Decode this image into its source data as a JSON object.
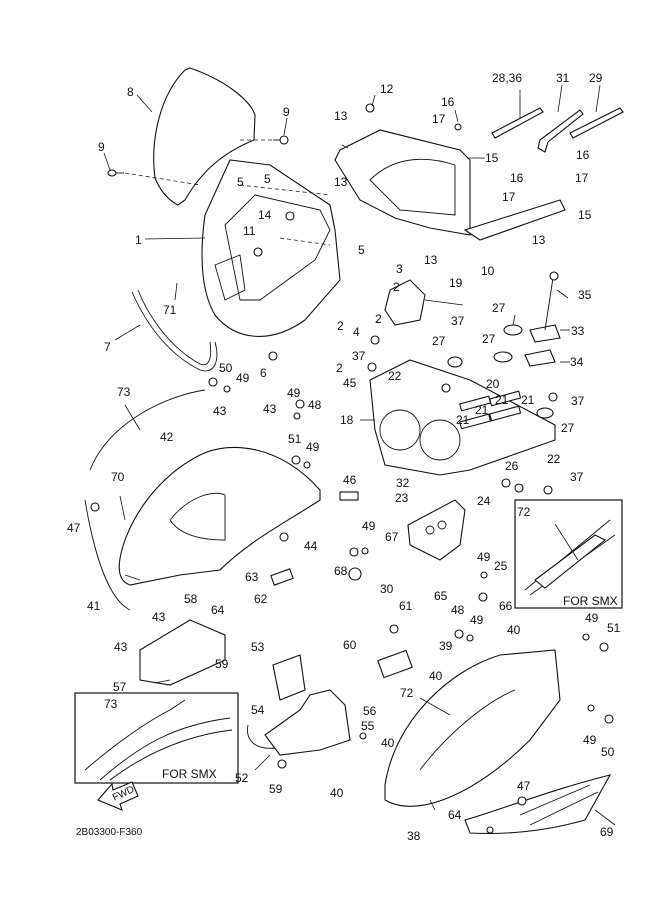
{
  "diagram": {
    "code": "2B03300-F360",
    "fwd_label": "FWD",
    "insets": [
      {
        "caption": "FOR SMX",
        "parts": [
          "72"
        ]
      },
      {
        "caption": "FOR SMX",
        "parts": [
          "73"
        ]
      }
    ],
    "labels": [
      {
        "id": "l1",
        "text": "1"
      },
      {
        "id": "l2a",
        "text": "2"
      },
      {
        "id": "l2b",
        "text": "2"
      },
      {
        "id": "l2c",
        "text": "2"
      },
      {
        "id": "l2d",
        "text": "2"
      },
      {
        "id": "l3",
        "text": "3"
      },
      {
        "id": "l4",
        "text": "4"
      },
      {
        "id": "l5a",
        "text": "5"
      },
      {
        "id": "l5b",
        "text": "5"
      },
      {
        "id": "l5c",
        "text": "5"
      },
      {
        "id": "l6",
        "text": "6"
      },
      {
        "id": "l7",
        "text": "7"
      },
      {
        "id": "l8",
        "text": "8"
      },
      {
        "id": "l9a",
        "text": "9"
      },
      {
        "id": "l9b",
        "text": "9"
      },
      {
        "id": "l10",
        "text": "10"
      },
      {
        "id": "l11",
        "text": "11"
      },
      {
        "id": "l12",
        "text": "12"
      },
      {
        "id": "l13a",
        "text": "13"
      },
      {
        "id": "l13b",
        "text": "13"
      },
      {
        "id": "l13c",
        "text": "13"
      },
      {
        "id": "l13d",
        "text": "13"
      },
      {
        "id": "l14",
        "text": "14"
      },
      {
        "id": "l15a",
        "text": "15"
      },
      {
        "id": "l15b",
        "text": "15"
      },
      {
        "id": "l16a",
        "text": "16"
      },
      {
        "id": "l16b",
        "text": "16"
      },
      {
        "id": "l16c",
        "text": "16"
      },
      {
        "id": "l17a",
        "text": "17"
      },
      {
        "id": "l17b",
        "text": "17"
      },
      {
        "id": "l17c",
        "text": "17"
      },
      {
        "id": "l18",
        "text": "18"
      },
      {
        "id": "l19",
        "text": "19"
      },
      {
        "id": "l20",
        "text": "20"
      },
      {
        "id": "l21a",
        "text": "21"
      },
      {
        "id": "l21b",
        "text": "21"
      },
      {
        "id": "l21c",
        "text": "21"
      },
      {
        "id": "l21d",
        "text": "21"
      },
      {
        "id": "l22a",
        "text": "22"
      },
      {
        "id": "l22b",
        "text": "22"
      },
      {
        "id": "l23",
        "text": "23"
      },
      {
        "id": "l24",
        "text": "24"
      },
      {
        "id": "l25",
        "text": "25"
      },
      {
        "id": "l26",
        "text": "26"
      },
      {
        "id": "l27a",
        "text": "27"
      },
      {
        "id": "l27b",
        "text": "27"
      },
      {
        "id": "l27c",
        "text": "27"
      },
      {
        "id": "l27d",
        "text": "27"
      },
      {
        "id": "l2836",
        "text": "28,36"
      },
      {
        "id": "l29",
        "text": "29"
      },
      {
        "id": "l30",
        "text": "30"
      },
      {
        "id": "l31",
        "text": "31"
      },
      {
        "id": "l32",
        "text": "32"
      },
      {
        "id": "l33",
        "text": "33"
      },
      {
        "id": "l34",
        "text": "34"
      },
      {
        "id": "l35",
        "text": "35"
      },
      {
        "id": "l37a",
        "text": "37"
      },
      {
        "id": "l37b",
        "text": "37"
      },
      {
        "id": "l37c",
        "text": "37"
      },
      {
        "id": "l37d",
        "text": "37"
      },
      {
        "id": "l38",
        "text": "38"
      },
      {
        "id": "l39",
        "text": "39"
      },
      {
        "id": "l40a",
        "text": "40"
      },
      {
        "id": "l40b",
        "text": "40"
      },
      {
        "id": "l40c",
        "text": "40"
      },
      {
        "id": "l40d",
        "text": "40"
      },
      {
        "id": "l41",
        "text": "41"
      },
      {
        "id": "l42",
        "text": "42"
      },
      {
        "id": "l43a",
        "text": "43"
      },
      {
        "id": "l43b",
        "text": "43"
      },
      {
        "id": "l43c",
        "text": "43"
      },
      {
        "id": "l43d",
        "text": "43"
      },
      {
        "id": "l44",
        "text": "44"
      },
      {
        "id": "l45",
        "text": "45"
      },
      {
        "id": "l46",
        "text": "46"
      },
      {
        "id": "l47a",
        "text": "47"
      },
      {
        "id": "l47b",
        "text": "47"
      },
      {
        "id": "l48a",
        "text": "48"
      },
      {
        "id": "l48b",
        "text": "48"
      },
      {
        "id": "l49a",
        "text": "49"
      },
      {
        "id": "l49b",
        "text": "49"
      },
      {
        "id": "l49c",
        "text": "49"
      },
      {
        "id": "l49d",
        "text": "49"
      },
      {
        "id": "l49e",
        "text": "49"
      },
      {
        "id": "l49f",
        "text": "49"
      },
      {
        "id": "l49g",
        "text": "49"
      },
      {
        "id": "l49h",
        "text": "49"
      },
      {
        "id": "l50a",
        "text": "50"
      },
      {
        "id": "l50b",
        "text": "50"
      },
      {
        "id": "l51a",
        "text": "51"
      },
      {
        "id": "l51b",
        "text": "51"
      },
      {
        "id": "l52",
        "text": "52"
      },
      {
        "id": "l53",
        "text": "53"
      },
      {
        "id": "l54",
        "text": "54"
      },
      {
        "id": "l55",
        "text": "55"
      },
      {
        "id": "l56",
        "text": "56"
      },
      {
        "id": "l57",
        "text": "57"
      },
      {
        "id": "l58",
        "text": "58"
      },
      {
        "id": "l59a",
        "text": "59"
      },
      {
        "id": "l59b",
        "text": "59"
      },
      {
        "id": "l60",
        "text": "60"
      },
      {
        "id": "l61",
        "text": "61"
      },
      {
        "id": "l62",
        "text": "62"
      },
      {
        "id": "l63",
        "text": "63"
      },
      {
        "id": "l64a",
        "text": "64"
      },
      {
        "id": "l64b",
        "text": "64"
      },
      {
        "id": "l65",
        "text": "65"
      },
      {
        "id": "l66",
        "text": "66"
      },
      {
        "id": "l67",
        "text": "67"
      },
      {
        "id": "l68",
        "text": "68"
      },
      {
        "id": "l69",
        "text": "69"
      },
      {
        "id": "l70",
        "text": "70"
      },
      {
        "id": "l71",
        "text": "71"
      },
      {
        "id": "l72a",
        "text": "72"
      },
      {
        "id": "l72b",
        "text": "72"
      },
      {
        "id": "l73a",
        "text": "73"
      },
      {
        "id": "l73b",
        "text": "73"
      }
    ]
  }
}
